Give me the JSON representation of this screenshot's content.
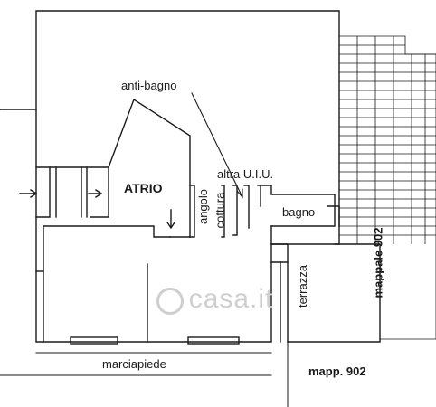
{
  "labels": {
    "anti_bagno": "anti-bagno",
    "altra_uiu": "altra U.I.U.",
    "atrio": "ATRIO",
    "angolo": "angolo",
    "cottura": "cottura",
    "bagno": "bagno",
    "terrazza": "terrazza",
    "mappale_902": "mappale 902",
    "marciapiede": "marciapiede",
    "mapp_902": "mapp. 902"
  },
  "watermark": "casa.it",
  "colors": {
    "line": "#1a1a1a",
    "background": "#ffffff",
    "watermark": "#cfcfcf"
  }
}
